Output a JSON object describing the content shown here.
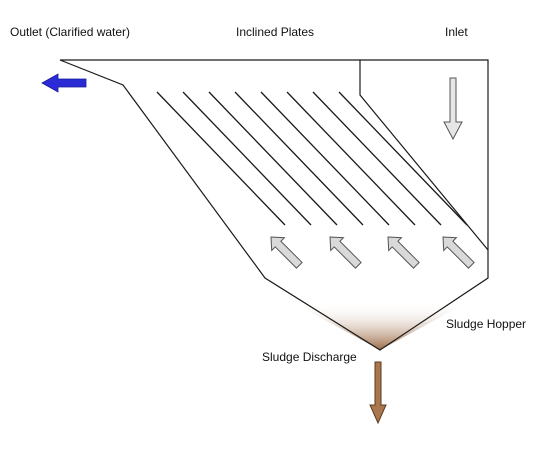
{
  "labels": {
    "outlet": "Outlet (Clarified water)",
    "inclined_plates": "Inclined Plates",
    "inlet": "Inlet",
    "sludge_hopper": "Sludge Hopper",
    "sludge_discharge": "Sludge Discharge"
  },
  "colors": {
    "outline": "#1a1a1a",
    "outlet_arrow": "#2b2bd6",
    "inlet_arrow_fill": "#e6e6e6",
    "upflow_arrow_fill": "#d9d9d9",
    "sludge": "#9a6a45",
    "discharge_arrow": "#a9764d"
  },
  "icons": {
    "outlet": "left-arrow-icon",
    "inlet": "down-arrow-icon",
    "upflow": "up-left-arrow-icon",
    "discharge": "down-arrow-icon"
  }
}
